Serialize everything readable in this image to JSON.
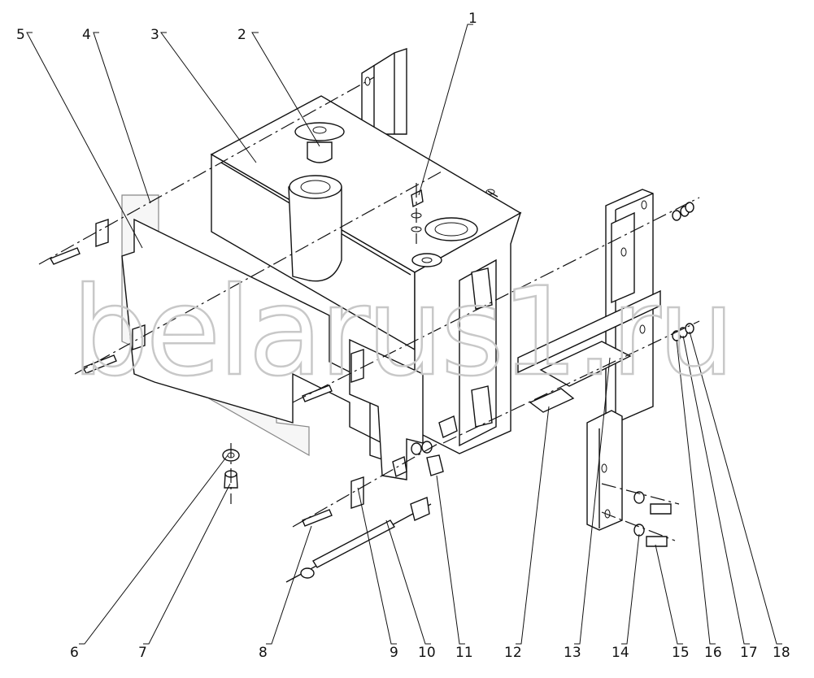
{
  "watermark": "belarus1.ru",
  "callouts": [
    "1",
    "2",
    "3",
    "4",
    "5",
    "6",
    "7",
    "8",
    "9",
    "10",
    "11",
    "12",
    "13",
    "14",
    "15",
    "16",
    "17",
    "18"
  ]
}
